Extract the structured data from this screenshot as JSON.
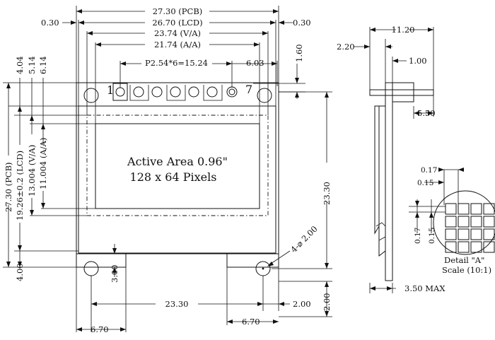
{
  "front_view": {
    "dim_pcb_width": "27.30 (PCB)",
    "dim_lcd_width": "26.70 (LCD)",
    "dim_va_width": "23.74 (V/A)",
    "dim_aa_width": "21.74 (A/A)",
    "dim_left_offset": "0.30",
    "dim_right_offset": "0.30",
    "dim_pin_pitch": "P2.54*6=15.24",
    "dim_pin_right": "6.03",
    "dim_pin_top": "1.60",
    "pin_first": "1",
    "pin_last": "7",
    "active_area_line1": "Active Area 0.96\"",
    "active_area_line2": "128 x 64 Pixels",
    "dim_pcb_height": "27.30 (PCB)",
    "dim_lcd_height": "19.26±0.2 (LCD)",
    "dim_va_height": "13.004 (V/A)",
    "dim_aa_height": "11.004 (A/A)",
    "dim_top_404": "4.04",
    "dim_top_514": "5.14",
    "dim_top_614": "6.14",
    "dim_bottom_left": "4.00",
    "dim_right_height": "23.30",
    "dim_tab_height": "3.00",
    "dim_hole": "4-⌀ 2.00",
    "dim_hole_span": "23.30",
    "dim_right_2a": "2.00",
    "dim_right_2b": "2.00",
    "dim_bottom_left_670": "6.70",
    "dim_bottom_right_670": "6.70"
  },
  "side_view": {
    "dim_total": "11.20",
    "dim_220": "2.20",
    "dim_100": "1.00",
    "dim_550": "5.50",
    "dim_thickness": "3.50 MAX"
  },
  "detail": {
    "dim_017_h": "0.17",
    "dim_015_h": "0.15",
    "dim_017_v": "0.17",
    "dim_015_v": "0.15",
    "title": "Detail \"A\"",
    "scale": "Scale (10:1)"
  }
}
